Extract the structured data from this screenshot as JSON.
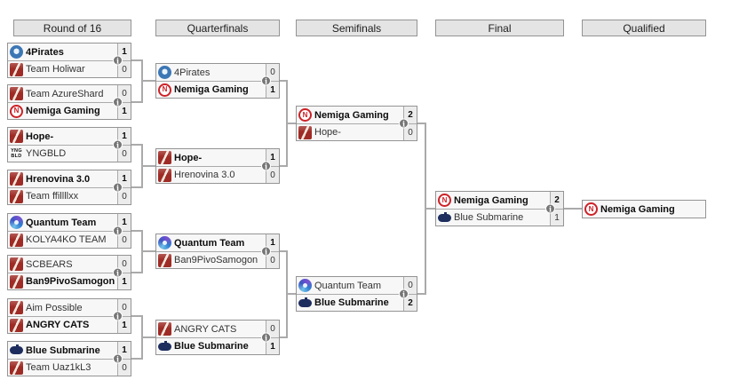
{
  "headers": [
    {
      "label": "Round of 16"
    },
    {
      "label": "Quarterfinals"
    },
    {
      "label": "Semifinals"
    },
    {
      "label": "Final"
    },
    {
      "label": "Qualified"
    }
  ],
  "r16": [
    {
      "top": {
        "name": "4Pirates",
        "score": "1",
        "winner": true,
        "logo": "pirates"
      },
      "bottom": {
        "name": "Team Holiwar",
        "score": "0",
        "winner": false,
        "logo": "dota2"
      }
    },
    {
      "top": {
        "name": "Team AzureShard",
        "score": "0",
        "winner": false,
        "logo": "dota2"
      },
      "bottom": {
        "name": "Nemiga Gaming",
        "score": "1",
        "winner": true,
        "logo": "nemiga"
      }
    },
    {
      "top": {
        "name": "Hope-",
        "score": "1",
        "winner": true,
        "logo": "dota2"
      },
      "bottom": {
        "name": "YNGBLD",
        "score": "0",
        "winner": false,
        "logo": "yngbld"
      }
    },
    {
      "top": {
        "name": "Hrenovina 3.0",
        "score": "1",
        "winner": true,
        "logo": "dota2"
      },
      "bottom": {
        "name": "Team ffillllxx",
        "score": "0",
        "winner": false,
        "logo": "dota2"
      }
    },
    {
      "top": {
        "name": "Quantum Team",
        "score": "1",
        "winner": true,
        "logo": "quantum"
      },
      "bottom": {
        "name": "KOLYA4KO TEAM",
        "score": "0",
        "winner": false,
        "logo": "dota2"
      }
    },
    {
      "top": {
        "name": "SCBEARS",
        "score": "0",
        "winner": false,
        "logo": "dota2"
      },
      "bottom": {
        "name": "Ban9PivoSamogon",
        "score": "1",
        "winner": true,
        "logo": "dota2"
      }
    },
    {
      "top": {
        "name": "Aim Possible",
        "score": "0",
        "winner": false,
        "logo": "dota2"
      },
      "bottom": {
        "name": "ANGRY CATS",
        "score": "1",
        "winner": true,
        "logo": "dota2"
      }
    },
    {
      "top": {
        "name": "Blue Submarine",
        "score": "1",
        "winner": true,
        "logo": "bluesub"
      },
      "bottom": {
        "name": "Team Uaz1kL3",
        "score": "0",
        "winner": false,
        "logo": "dota2"
      }
    }
  ],
  "qf": [
    {
      "top": {
        "name": "4Pirates",
        "score": "0",
        "winner": false,
        "logo": "pirates"
      },
      "bottom": {
        "name": "Nemiga Gaming",
        "score": "1",
        "winner": true,
        "logo": "nemiga"
      }
    },
    {
      "top": {
        "name": "Hope-",
        "score": "1",
        "winner": true,
        "logo": "dota2"
      },
      "bottom": {
        "name": "Hrenovina 3.0",
        "score": "0",
        "winner": false,
        "logo": "dota2"
      }
    },
    {
      "top": {
        "name": "Quantum Team",
        "score": "1",
        "winner": true,
        "logo": "quantum"
      },
      "bottom": {
        "name": "Ban9PivoSamogon",
        "score": "0",
        "winner": false,
        "logo": "dota2"
      }
    },
    {
      "top": {
        "name": "ANGRY CATS",
        "score": "0",
        "winner": false,
        "logo": "dota2"
      },
      "bottom": {
        "name": "Blue Submarine",
        "score": "1",
        "winner": true,
        "logo": "bluesub"
      }
    }
  ],
  "sf": [
    {
      "top": {
        "name": "Nemiga Gaming",
        "score": "2",
        "winner": true,
        "logo": "nemiga"
      },
      "bottom": {
        "name": "Hope-",
        "score": "0",
        "winner": false,
        "logo": "dota2"
      }
    },
    {
      "top": {
        "name": "Quantum Team",
        "score": "0",
        "winner": false,
        "logo": "quantum"
      },
      "bottom": {
        "name": "Blue Submarine",
        "score": "2",
        "winner": true,
        "logo": "bluesub"
      }
    }
  ],
  "final": [
    {
      "top": {
        "name": "Nemiga Gaming",
        "score": "2",
        "winner": true,
        "logo": "nemiga"
      },
      "bottom": {
        "name": "Blue Submarine",
        "score": "1",
        "winner": false,
        "logo": "bluesub"
      }
    }
  ],
  "qualified": {
    "name": "Nemiga Gaming",
    "winner": true,
    "logo": "nemiga"
  }
}
